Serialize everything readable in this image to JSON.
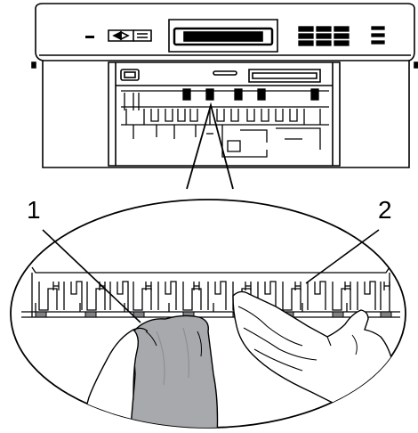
{
  "callouts": [
    {
      "number": "1"
    },
    {
      "number": "2"
    }
  ],
  "colors": {
    "line": "#000000",
    "cloth": "#a7a9ac",
    "cloth_shadow": "#8d8f92",
    "paper": "#ffffff",
    "roller_gray": "#808285"
  },
  "icons": {
    "printer": "printer-front-view",
    "detail": "paper-feed-rollers-magnified",
    "hands": "hands-with-cloth"
  }
}
